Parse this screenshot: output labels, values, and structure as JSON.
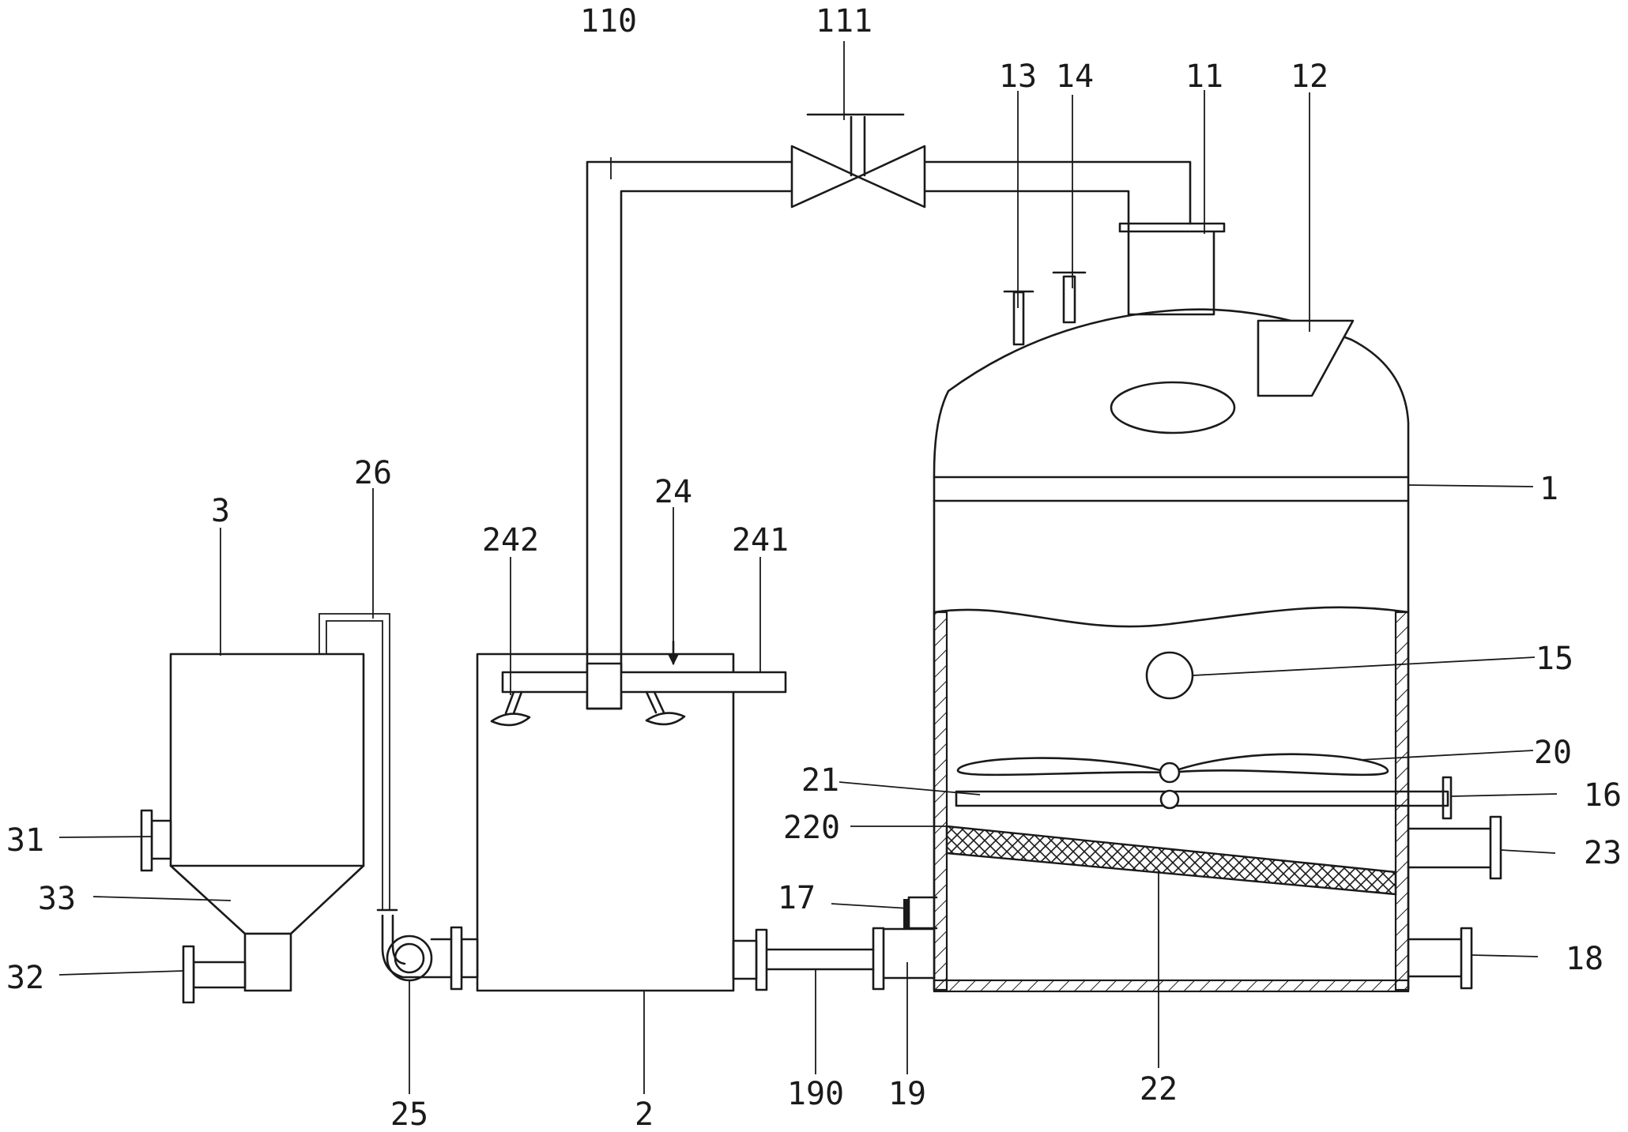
{
  "labels": {
    "l110": "110",
    "l111": "111",
    "l13": "13",
    "l14": "14",
    "l11": "11",
    "l12": "12",
    "l1": "1",
    "l26": "26",
    "l24": "24",
    "l3": "3",
    "l242": "242",
    "l241": "241",
    "l15": "15",
    "l20": "20",
    "l21": "21",
    "l16": "16",
    "l220": "220",
    "l23": "23",
    "l31": "31",
    "l33": "33",
    "l17": "17",
    "l32": "32",
    "l18": "18",
    "l25": "25",
    "l2": "2",
    "l190": "190",
    "l19": "19",
    "l22": "22"
  },
  "colors": {
    "ink": "#1a1a1a",
    "paper": "#ffffff"
  }
}
